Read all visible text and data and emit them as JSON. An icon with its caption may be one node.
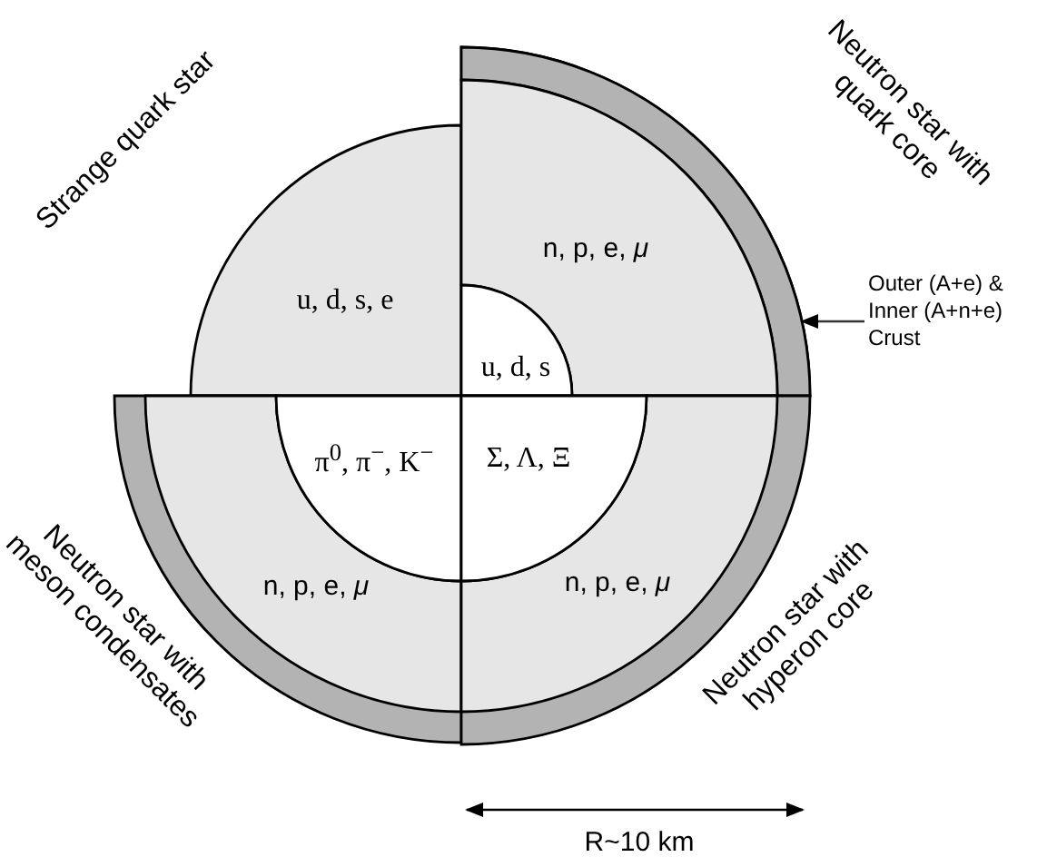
{
  "diagram": {
    "nodes": [
      {
        "text": [
          "Strange quark star",
          "u, d, s, e"
        ]
      },
      {
        "text": [
          "Neutron star with quark core"
        ]
      },
      {
        "text": [],
        "shape": "band",
        "in": 1
      },
      {
        "text": [
          "n, p, e, *μ*"
        ],
        "in": 1
      },
      {
        "text": [
          "u, d, s"
        ],
        "in": 1
      },
      {
        "text": [
          "Neutron star with meson condensates"
        ]
      },
      {
        "text": [
          "n, p, e, *μ*"
        ],
        "in": 5
      },
      {
        "text": [
          "π$^{0}$, π$^{−}$, K$^{−}$"
        ],
        "in": 5
      },
      {
        "text": [
          "Neutron star with hyperon core"
        ]
      },
      {
        "text": [
          "n, p, e, *μ*"
        ],
        "in": 8
      },
      {
        "text": [
          "Σ, Λ, Ξ"
        ],
        "in": 8
      },
      {
        "text": [
          "Outer (A+e) & Inner (A+n+e) Crust"
        ]
      }
    ],
    "edges": [
      {
        "from": 11,
        "to": 2,
        "arrow": "to"
      }
    ],
    "labels": [
      "R~10 km"
    ]
  }
}
